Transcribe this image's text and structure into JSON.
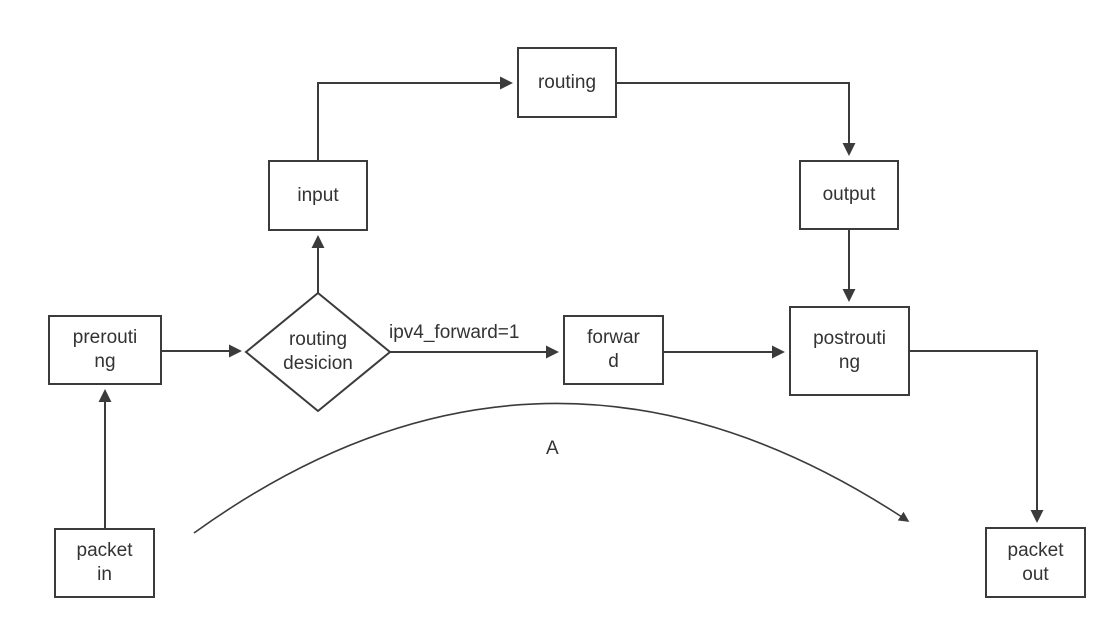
{
  "diagram": {
    "background": "#ffffff",
    "stroke_color": "#3b3b3b",
    "text_color": "#333333"
  },
  "nodes": {
    "packet_in": {
      "line1": "packet",
      "line2": "in"
    },
    "prerouting": {
      "line1": "prerouti",
      "line2": "ng"
    },
    "routing_decision": {
      "line1": "routing",
      "line2": "desicion"
    },
    "input": {
      "label": "input"
    },
    "routing": {
      "label": "routing"
    },
    "output": {
      "label": "output"
    },
    "forward": {
      "line1": "forwar",
      "line2": "d"
    },
    "postrouting": {
      "line1": "postrouti",
      "line2": "ng"
    },
    "packet_out": {
      "line1": "packet",
      "line2": "out"
    }
  },
  "edges": {
    "forward_condition_label": "ipv4_forward=1",
    "bypass_label": "A",
    "connections": [
      {
        "from": "packet_in",
        "to": "prerouting"
      },
      {
        "from": "prerouting",
        "to": "routing_decision"
      },
      {
        "from": "routing_decision",
        "to": "input"
      },
      {
        "from": "input",
        "to": "routing"
      },
      {
        "from": "routing",
        "to": "output"
      },
      {
        "from": "output",
        "to": "postrouting"
      },
      {
        "from": "routing_decision",
        "to": "forward",
        "label": "ipv4_forward=1"
      },
      {
        "from": "forward",
        "to": "postrouting"
      },
      {
        "from": "postrouting",
        "to": "packet_out"
      },
      {
        "from": "packet_in",
        "to": "packet_out",
        "label": "A",
        "style": "curved"
      }
    ]
  }
}
